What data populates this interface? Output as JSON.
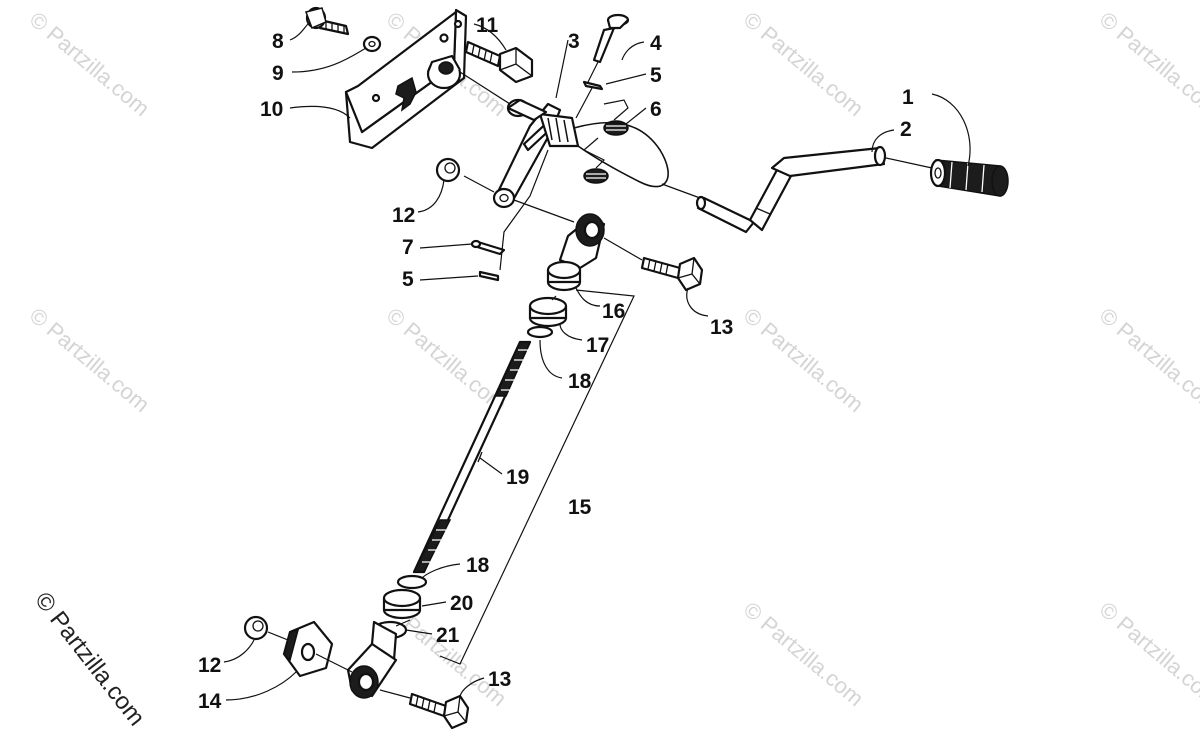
{
  "brand": "© Partzilla.com",
  "watermark_text": "© Partzilla.com",
  "callouts": {
    "c1": "1",
    "c2": "2",
    "c3": "3",
    "c4": "4",
    "c5a": "5",
    "c5b": "5",
    "c6": "6",
    "c7": "7",
    "c8": "8",
    "c9": "9",
    "c10": "10",
    "c11": "11",
    "c12a": "12",
    "c12b": "12",
    "c13a": "13",
    "c13b": "13",
    "c14": "14",
    "c15": "15",
    "c16": "16",
    "c17": "17",
    "c18a": "18",
    "c18b": "18",
    "c19": "19",
    "c20": "20",
    "c21": "21"
  }
}
